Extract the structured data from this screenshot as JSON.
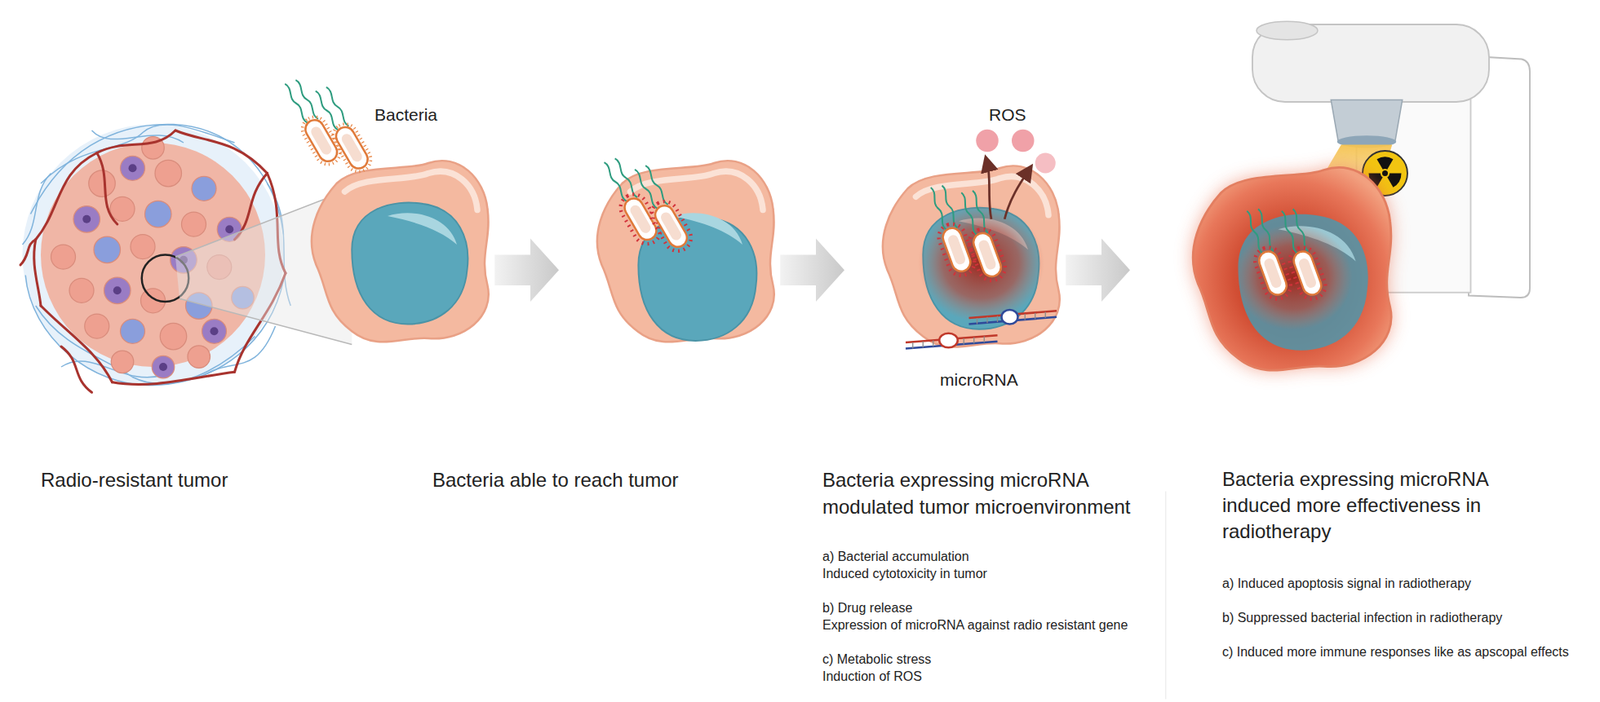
{
  "diagram": {
    "labels": [
      "Bacteria",
      "ROS",
      "microRNA",
      "Radio-resistant tumor",
      "Bacteria able to reach tumor",
      "Bacteria expressing microRNA modulated tumor microenvironment",
      "a) Bacterial accumulation",
      "Induced cytotoxicity in tumor",
      "b) Drug release",
      "Expression of microRNA against radio resistant gene",
      "c) Metabolic stress",
      "Induction of ROS",
      "Bacteria expressing microRNA induced more effectiveness in radiotherapy",
      "a) Induced apoptosis signal in radiotherapy",
      "b) Suppressed bacterial infection in radiotherapy",
      "c) Induced more immune responses like as apscopal effects"
    ]
  }
}
